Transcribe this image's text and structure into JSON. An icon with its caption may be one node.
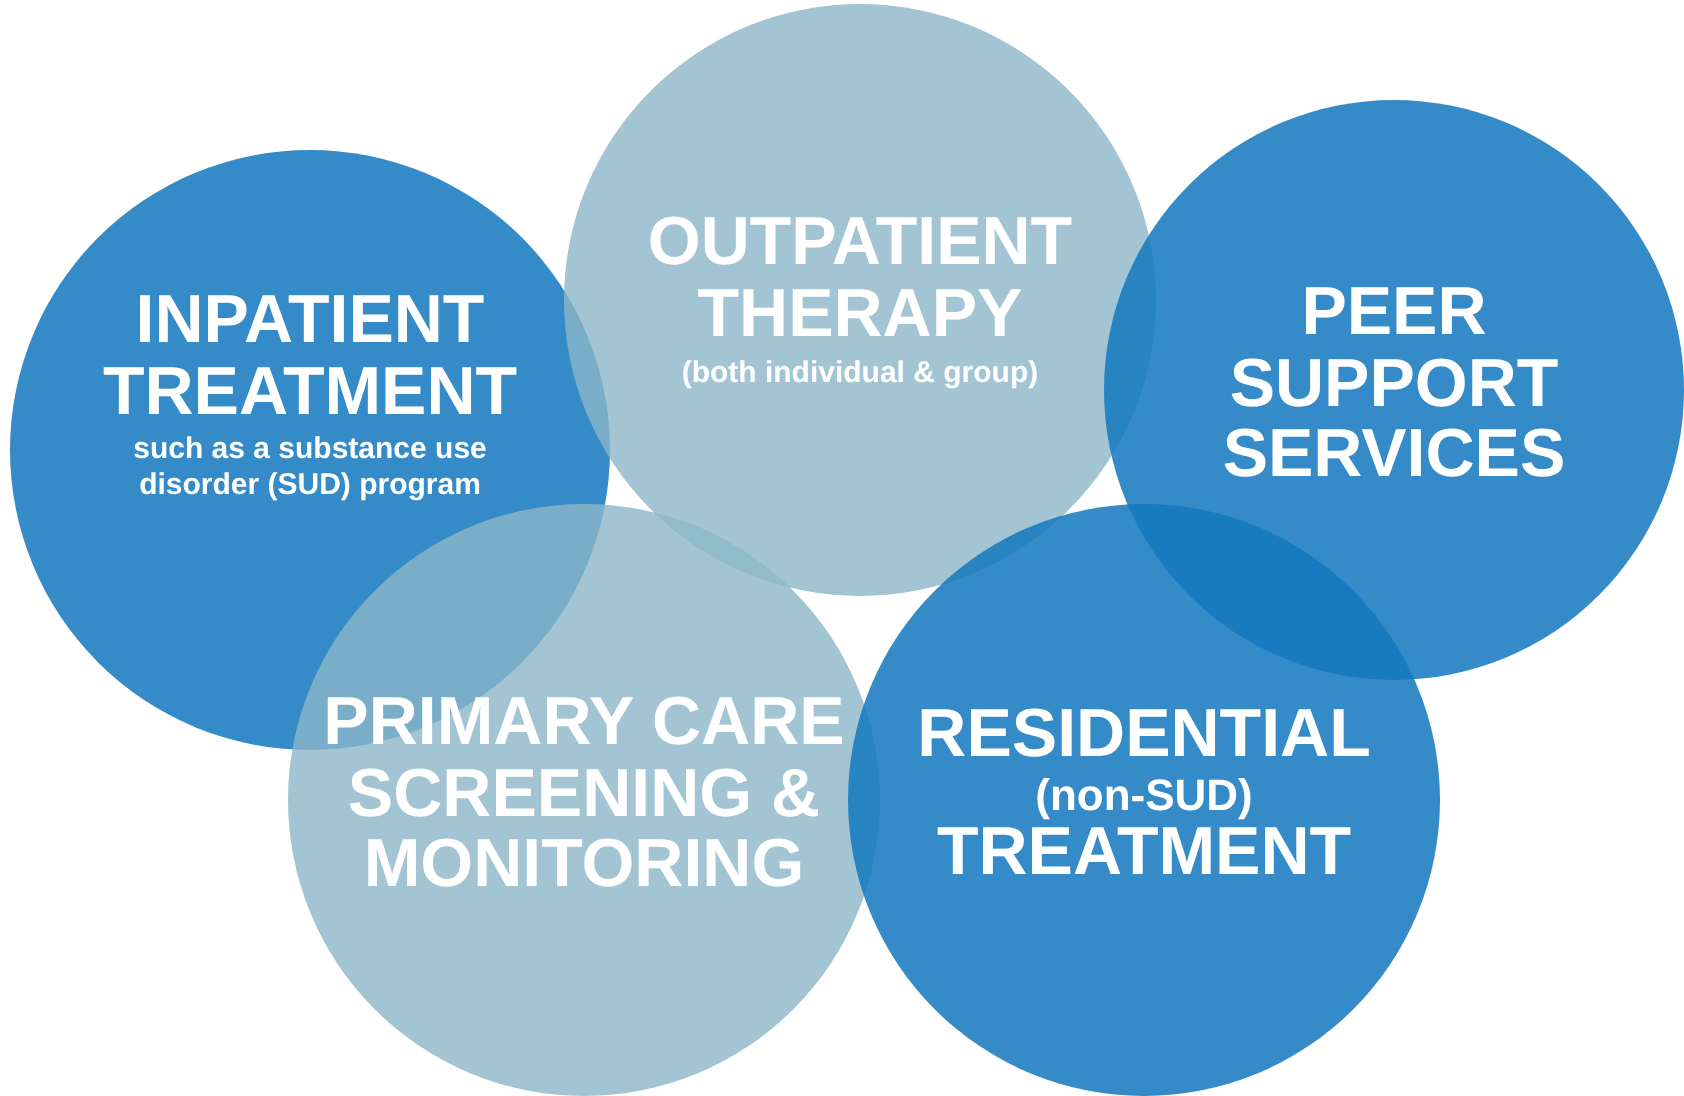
{
  "diagram": {
    "nodes": [
      {
        "text": [
          "INPATIENT TREATMENT",
          "such as a substance use disorder (SUD) program"
        ]
      },
      {
        "text": [
          "OUTPATIENT THERAPY",
          "(both individual & group)"
        ]
      },
      {
        "text": [
          "PEER SUPPORT SERVICES"
        ]
      },
      {
        "text": [
          "PRIMARY CARE SCREENING & MONITORING"
        ]
      },
      {
        "text": [
          "RESIDENTIAL",
          "(non-SUD)",
          "TREATMENT"
        ]
      }
    ],
    "edges": []
  }
}
